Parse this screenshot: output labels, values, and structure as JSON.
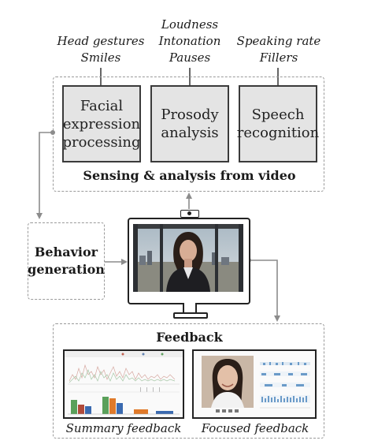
{
  "sensing": {
    "cues": [
      {
        "lines": [
          "Head gestures",
          "Smiles"
        ]
      },
      {
        "lines": [
          "Loudness",
          "Intonation",
          "Pauses"
        ]
      },
      {
        "lines": [
          "Speaking rate",
          "Fillers"
        ]
      }
    ],
    "modules": [
      {
        "lines": [
          "Facial",
          "expression",
          "processing"
        ]
      },
      {
        "lines": [
          "Prosody",
          "analysis"
        ]
      },
      {
        "lines": [
          "Speech",
          "recognition"
        ]
      }
    ],
    "title": "Sensing & analysis from video"
  },
  "behavior": {
    "lines": [
      "Behavior",
      "generation"
    ]
  },
  "feedback": {
    "title": "Feedback",
    "summary_caption": "Summary feedback",
    "focused_caption": "Focused feedback"
  }
}
